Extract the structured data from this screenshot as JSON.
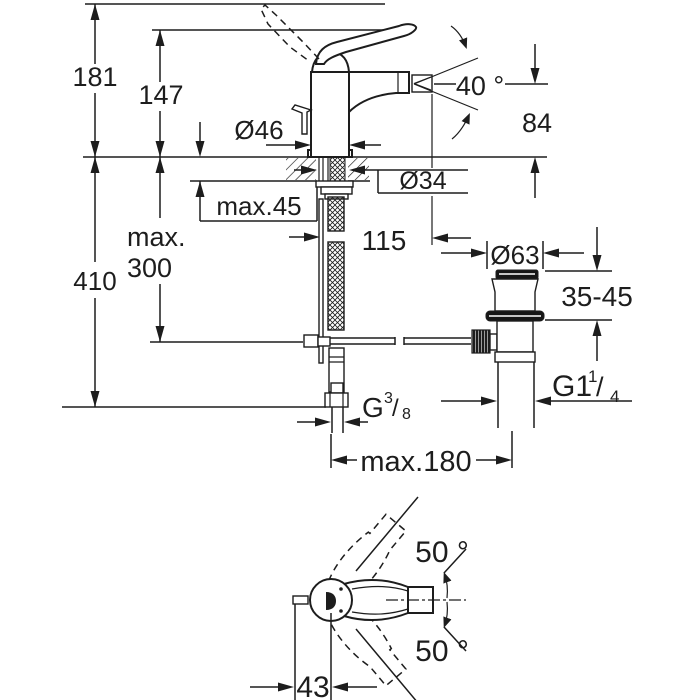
{
  "colors": {
    "background": "#ffffff",
    "line": "#1d1d1d"
  },
  "dimensions": {
    "total_height": "181",
    "body_height": "147",
    "max_deck_thickness": "max.45",
    "under_deck_height": "410",
    "hose_length_line1": "max.",
    "hose_length_line2": "300",
    "body_diameter": "Ø46",
    "hole_diameter": "Ø34",
    "spray_angle": "40 °",
    "spout_height": "84",
    "spout_reach": "115",
    "waste_cap_diameter": "Ø63",
    "waste_adjust_range": "35-45",
    "waste_thread": {
      "main": "G1",
      "sup": "1",
      "slash": "/",
      "sub": "4"
    },
    "hose_thread": {
      "main": "G",
      "sup": "3",
      "slash": "/",
      "sub": "8"
    },
    "max_span": "max.180",
    "handle_swing_up": "50 °",
    "handle_swing_down": "50 °",
    "rod_offset": "43"
  }
}
